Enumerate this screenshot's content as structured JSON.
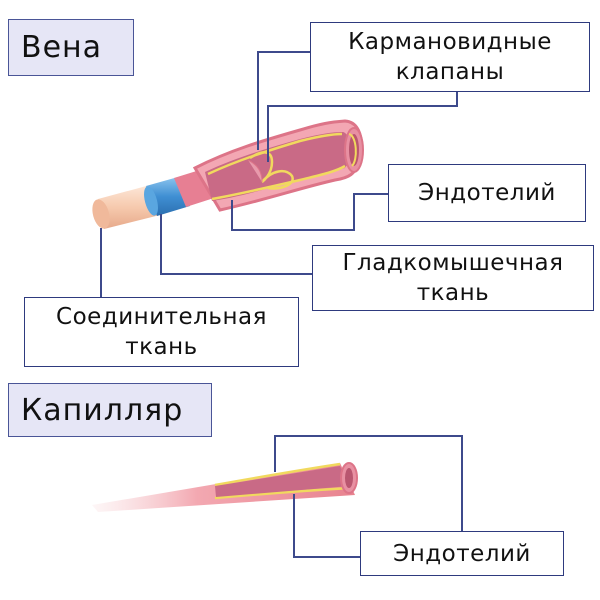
{
  "vein": {
    "title": "Вена",
    "labels": {
      "pocket_valves": [
        "Кармановидные",
        "клапаны"
      ],
      "endothelium": "Эндотелий",
      "smooth_muscle": [
        "Гладкомышечная",
        "ткань"
      ],
      "connective_tissue": [
        "Соединительная",
        "ткань"
      ]
    }
  },
  "capillary": {
    "title": "Капилляр",
    "labels": {
      "endothelium": "Эндотелий"
    }
  },
  "colors": {
    "title_bg": "#e6e6f6",
    "border": "#2e3a7e",
    "line": "#3d4a8c",
    "vessel_pink": "#e98a96",
    "vessel_light": "#f7c6c9",
    "muscle_blue": "#4a9ad8",
    "connective_peach": "#f4cdb4",
    "endothelium_yellow": "#f1d95e"
  }
}
